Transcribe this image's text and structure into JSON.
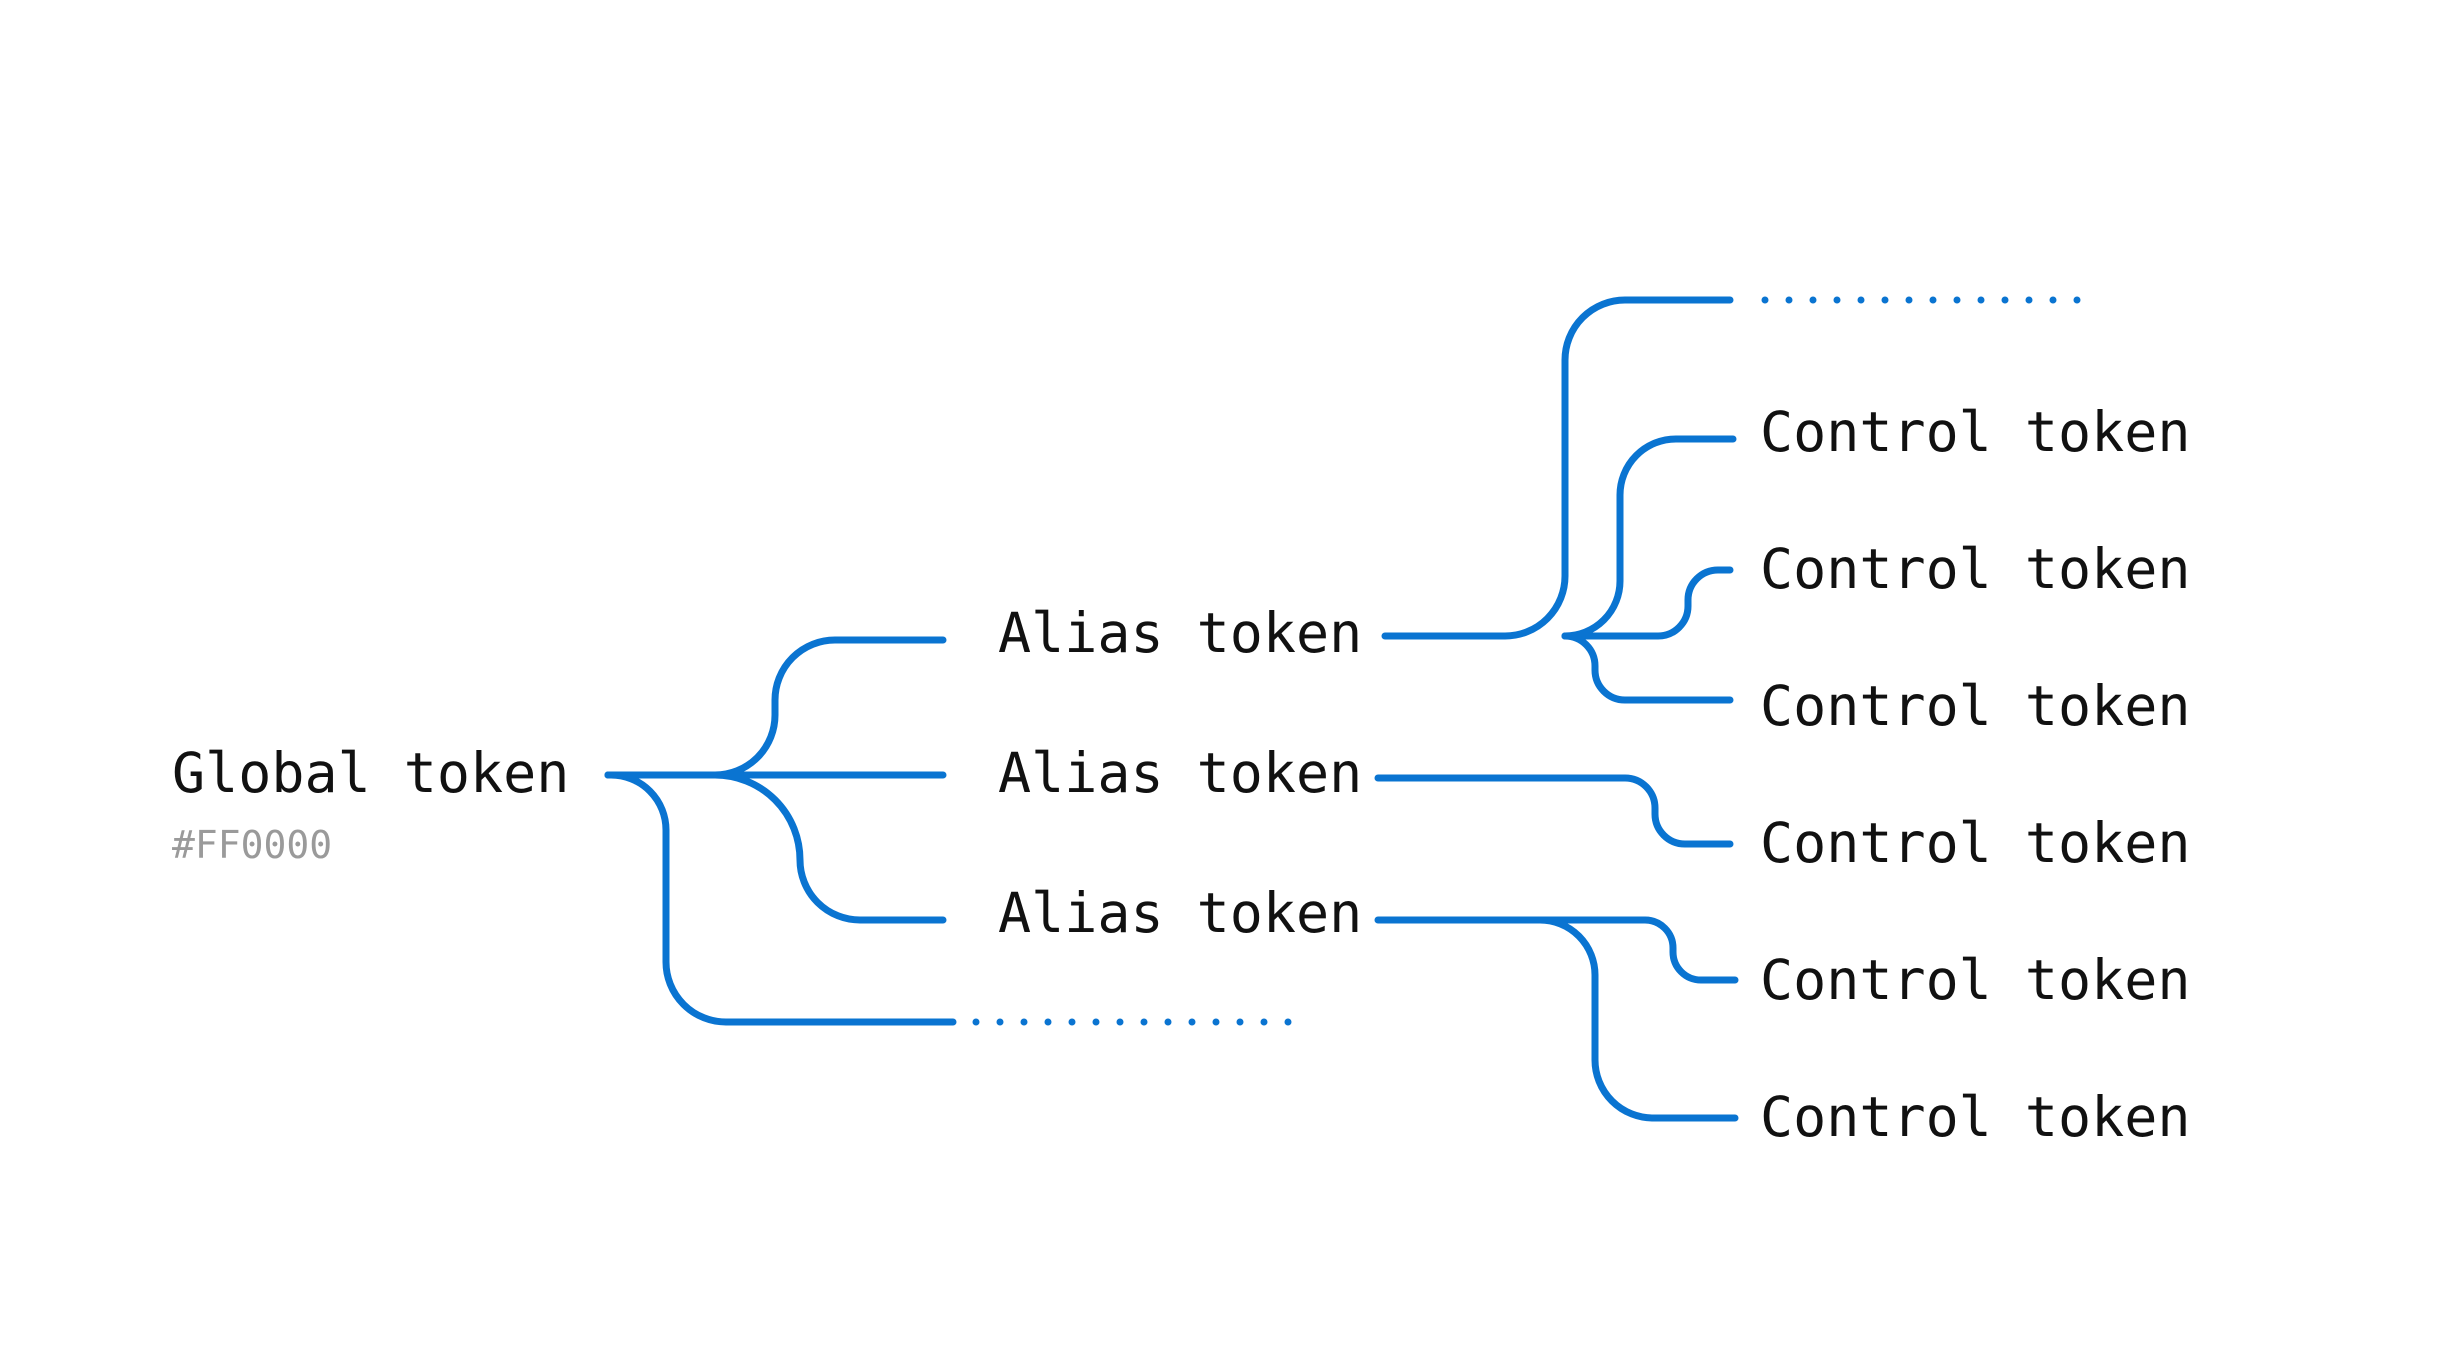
{
  "colors": {
    "line": "#0a74d1",
    "text": "#111111",
    "subtext": "#9a9a9a",
    "background": "#ffffff"
  },
  "global": {
    "label": "Global token",
    "value": "#FF0000"
  },
  "alias_tokens": [
    {
      "label": "Alias token"
    },
    {
      "label": "Alias token"
    },
    {
      "label": "Alias token"
    }
  ],
  "control_tokens": [
    {
      "label": "Control token"
    },
    {
      "label": "Control token"
    },
    {
      "label": "Control token"
    },
    {
      "label": "Control token"
    },
    {
      "label": "Control token"
    },
    {
      "label": "Control token"
    }
  ]
}
